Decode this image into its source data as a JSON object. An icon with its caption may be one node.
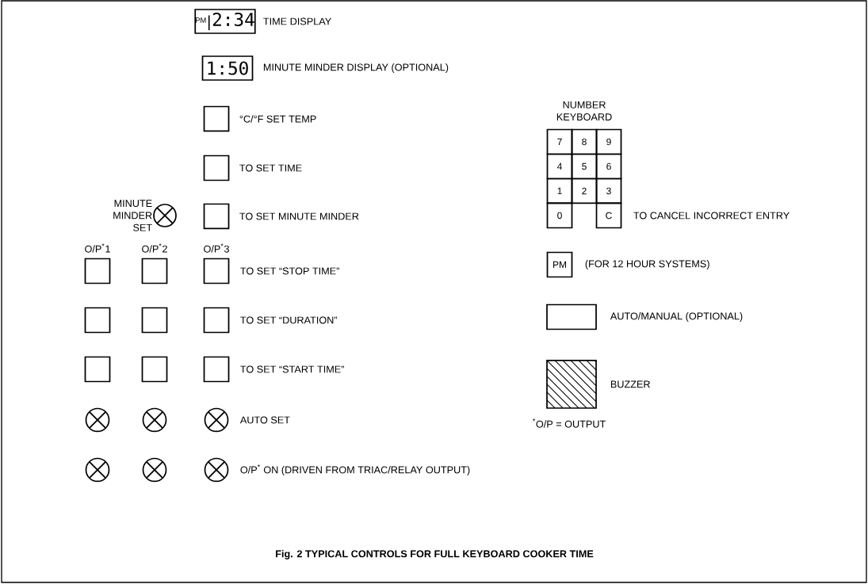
{
  "diagram": {
    "caption": "Fig. 2 TYPICAL CONTROLS FOR FULL KEYBOARD COOKER TIME",
    "nodes": [
      {
        "text": [
          "PM",
          "2:34"
        ],
        "beside": [
          "TIME DISPLAY"
        ]
      },
      {
        "text": [
          "1:50"
        ],
        "beside": [
          "MINUTE MINDER DISPLAY (OPTIONAL)"
        ]
      },
      {
        "text": [],
        "shape": "box",
        "beside": [
          "°C/°F SET TEMP"
        ]
      },
      {
        "text": [],
        "shape": "box",
        "beside": [
          "TO SET TIME"
        ]
      },
      {
        "text": [],
        "shape": "box",
        "beside": [
          "TO SET MINUTE MINDER"
        ]
      },
      {
        "text": [],
        "shape": "circle",
        "beside": [
          "MINUTE MINDER SET"
        ]
      },
      {
        "text": [],
        "shape": "box",
        "beside": [
          "O/P$^{*}$1"
        ]
      },
      {
        "text": [],
        "shape": "box",
        "beside": [
          "O/P$^{*}$2"
        ]
      },
      {
        "text": [],
        "shape": "box",
        "beside": [
          "O/P$^{*}$3",
          "TO SET “STOP TIME”"
        ]
      },
      {
        "text": [],
        "shape": "box"
      },
      {
        "text": [],
        "shape": "box"
      },
      {
        "text": [],
        "shape": "box",
        "beside": [
          "TO SET “DURATION”"
        ]
      },
      {
        "text": [],
        "shape": "box"
      },
      {
        "text": [],
        "shape": "box"
      },
      {
        "text": [],
        "shape": "box",
        "beside": [
          "TO SET “START TIME”"
        ]
      },
      {
        "text": [],
        "shape": "circle"
      },
      {
        "text": [],
        "shape": "circle"
      },
      {
        "text": [],
        "shape": "circle",
        "beside": [
          "AUTO SET"
        ]
      },
      {
        "text": [],
        "shape": "circle"
      },
      {
        "text": [],
        "shape": "circle"
      },
      {
        "text": [],
        "shape": "circle",
        "beside": [
          "O/P$^{*}$ ON (DRIVEN FROM TRIAC/RELAY OUTPUT)"
        ]
      },
      {
        "text": [
          "7"
        ]
      },
      {
        "text": [
          "8"
        ]
      },
      {
        "text": [
          "9"
        ]
      },
      {
        "text": [
          "4"
        ]
      },
      {
        "text": [
          "5"
        ]
      },
      {
        "text": [
          "6"
        ]
      },
      {
        "text": [
          "1"
        ]
      },
      {
        "text": [
          "2"
        ]
      },
      {
        "text": [
          "3"
        ]
      },
      {
        "text": [
          "0"
        ]
      },
      {
        "text": [
          "C"
        ],
        "beside": [
          "TO CANCEL INCORRECT ENTRY"
        ]
      },
      {
        "text": [
          "PM"
        ],
        "beside": [
          "(FOR 12 HOUR SYSTEMS)"
        ]
      },
      {
        "text": [],
        "shape": "box",
        "beside": [
          "AUTO/MANUAL (OPTIONAL)"
        ]
      },
      {
        "text": [],
        "shape": "box",
        "beside": [
          "BUZZER"
        ]
      }
    ],
    "labels": [
      "NUMBER KEYBOARD",
      "$^{*}$O/P = OUTPUT"
    ]
  }
}
